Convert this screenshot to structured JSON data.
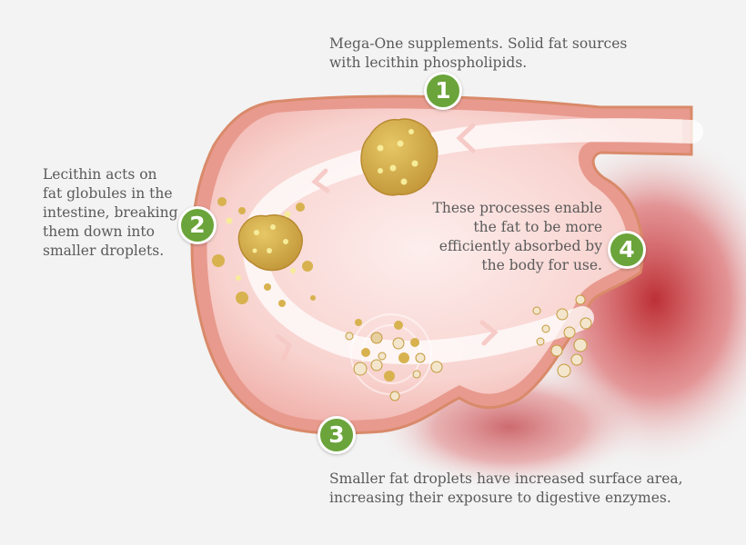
{
  "steps": [
    {
      "number": "1",
      "lines": [
        "Mega-One supplements. Solid fat sources",
        "with lecithin phospholipids."
      ]
    },
    {
      "number": "2",
      "lines": [
        "Lecithin acts on",
        "fat globules in the",
        "intestine, breaking",
        "them down into",
        "smaller droplets."
      ]
    },
    {
      "number": "3",
      "lines": [
        "Smaller fat droplets have increased surface area,",
        "increasing their exposure to digestive enzymes."
      ]
    },
    {
      "number": "4",
      "lines": [
        "These processes enable",
        "the fat to be more",
        "efficiently absorbed by",
        "the body for use."
      ]
    }
  ],
  "colors": {
    "intestine_outline": "#d98a6a",
    "intestine_fill": "#f6c7c3",
    "intestine_inner": "#fbe6e4",
    "absorption_red": "#c9363b",
    "fat_globule": "#d7b24f",
    "fat_dot": "#f6ec9a",
    "marker_green": "#6aa43a"
  }
}
